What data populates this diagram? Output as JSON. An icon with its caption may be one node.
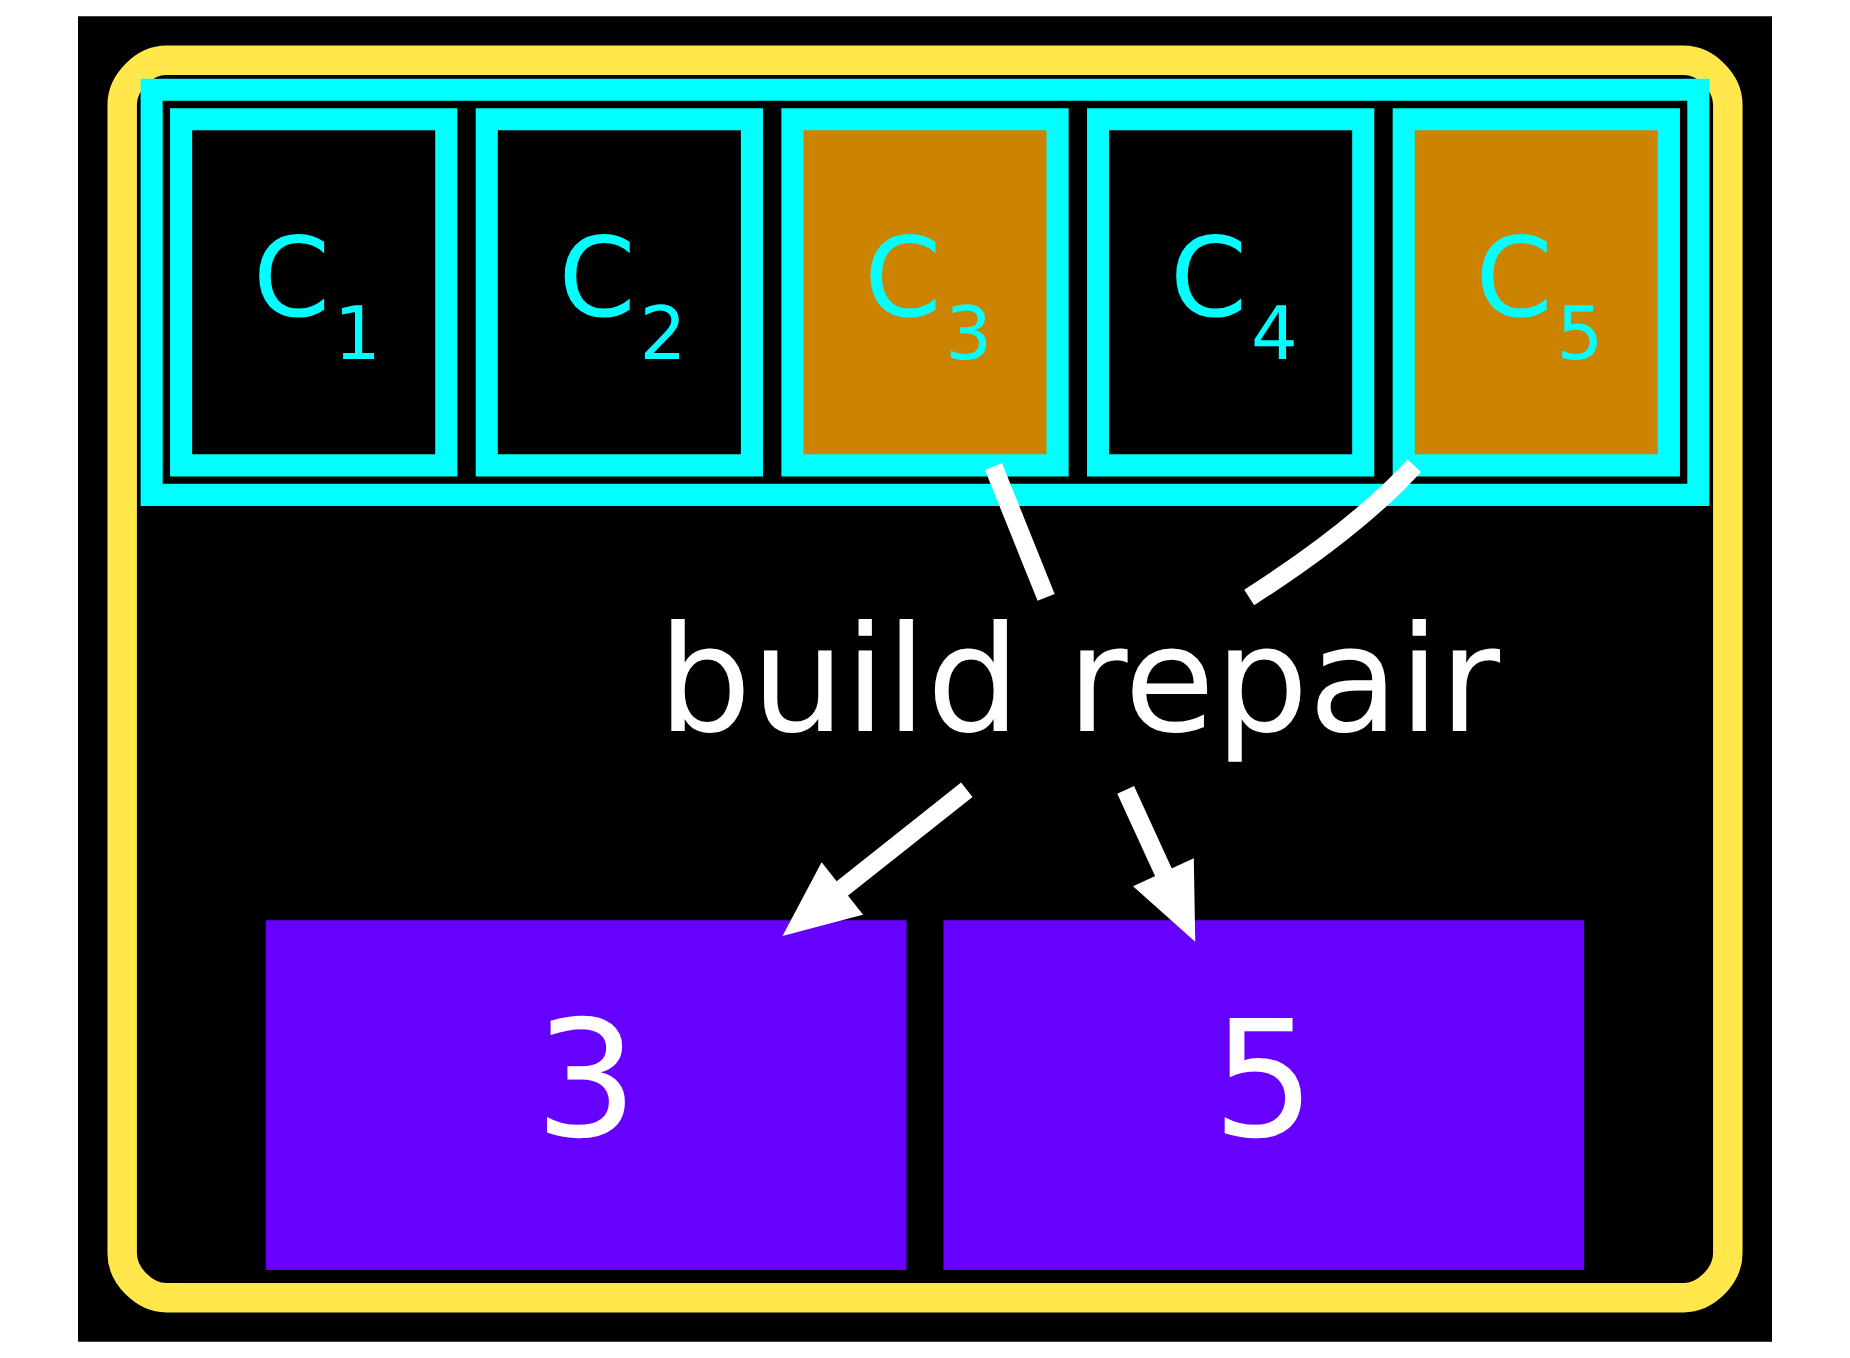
{
  "diagram": {
    "nodes": [
      {
        "text": [],
        "shape": "box"
      },
      {
        "text": [],
        "shape": "box",
        "in": 0
      },
      {
        "text": [
          "C$_{1}$"
        ],
        "in": 1
      },
      {
        "text": [
          "C$_{2}$"
        ],
        "in": 1
      },
      {
        "text": [
          "C$_{3}$"
        ],
        "in": 1
      },
      {
        "text": [
          "C$_{4}$"
        ],
        "in": 1
      },
      {
        "text": [
          "C$_{5}$"
        ],
        "in": 1
      },
      {
        "text": [
          "build repair"
        ],
        "in": 0
      },
      {
        "text": [
          "3"
        ],
        "in": 0
      },
      {
        "text": [
          "5"
        ],
        "in": 0
      }
    ],
    "edges": [
      {
        "from": 4,
        "to": 7,
        "arrow": "none"
      },
      {
        "from": 6,
        "to": 7,
        "arrow": "none"
      },
      {
        "from": 7,
        "to": 8,
        "arrow": "to"
      },
      {
        "from": 7,
        "to": 9,
        "arrow": "to"
      }
    ]
  }
}
